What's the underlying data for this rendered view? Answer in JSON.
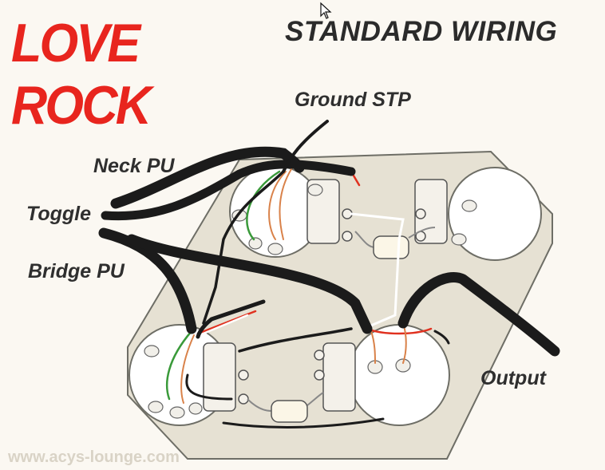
{
  "logo": {
    "line1": "LOVE",
    "line2": "ROCK"
  },
  "title": "STANDARD WIRING",
  "labels": {
    "ground": "Ground STP",
    "neck": "Neck PU",
    "toggle": "Toggle",
    "bridge": "Bridge PU",
    "output": "Output"
  },
  "watermark": "www.acys-lounge.com",
  "colors": {
    "logo_red": "#e8251e",
    "plate": "#e6e1d3",
    "cable": "#1b1b1b",
    "wire_red": "#e0311f",
    "wire_green": "#3a9a3a",
    "wire_copper": "#d9824a",
    "wire_white": "#ffffff"
  },
  "icons": [
    "potentiometer-icon",
    "capacitor-icon",
    "mouse-cursor-icon"
  ]
}
